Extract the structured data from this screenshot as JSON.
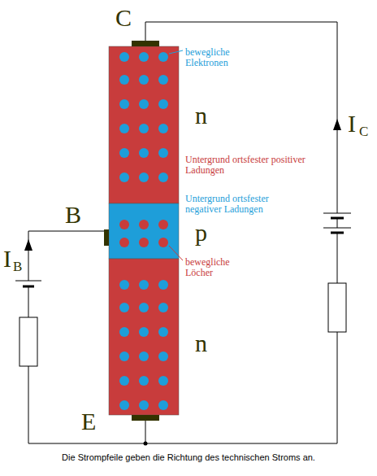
{
  "diagram": {
    "caption": "Die Strompfeile geben die Richtung des technischen Stroms an.",
    "labels": [
      "C",
      "bewegliche Elektronen",
      "n",
      "Untergrund ortsfester positiver Ladungen",
      "I",
      "C",
      "B",
      "Untergrund ortsfester negativer Ladungen",
      "p",
      "bewegliche Löcher",
      "I",
      "B",
      "n",
      "E"
    ]
  }
}
